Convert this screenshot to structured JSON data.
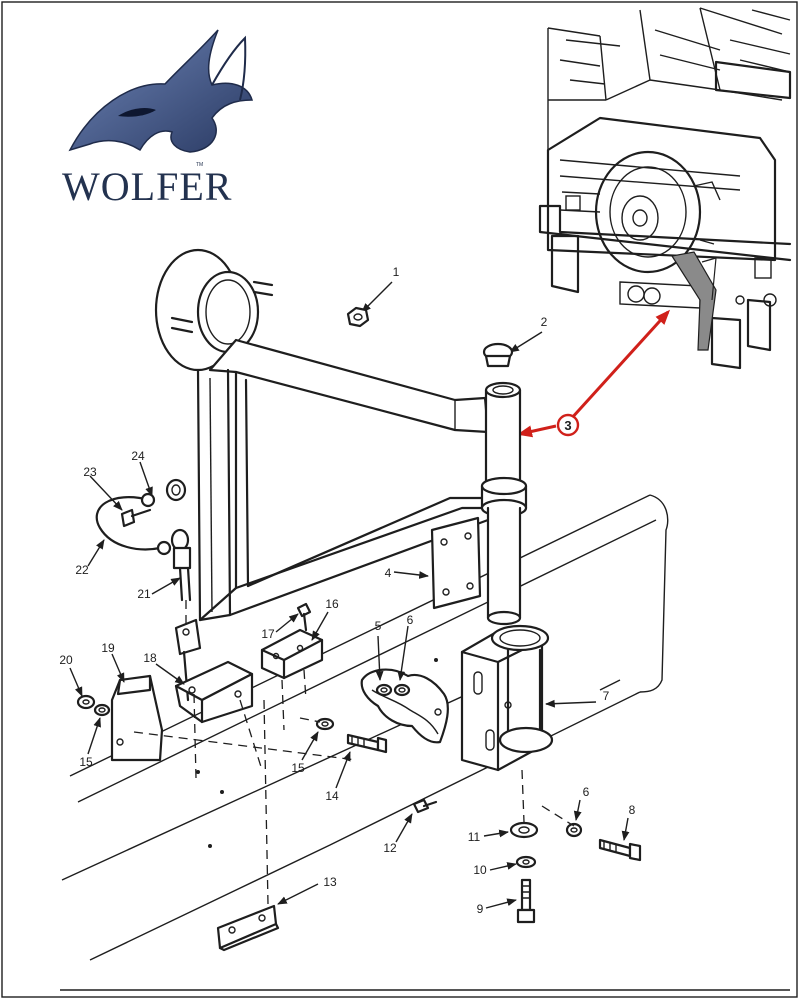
{
  "logo": {
    "word": "WOLFER",
    "trademark": "TM"
  },
  "colors": {
    "ink": "#1e1e1e",
    "highlight": "#d0201a",
    "logo": "#2d3d63"
  },
  "callouts": {
    "c1": "1",
    "c2": "2",
    "c3": "3",
    "c4": "4",
    "c5": "5",
    "c6a": "6",
    "c6b": "6",
    "c7": "7",
    "c8": "8",
    "c9": "9",
    "c10": "10",
    "c11": "11",
    "c12": "12",
    "c13": "13",
    "c14": "14",
    "c15a": "15",
    "c15b": "15",
    "c16": "16",
    "c17": "17",
    "c18": "18",
    "c19": "19",
    "c20": "20",
    "c21": "21",
    "c22": "22",
    "c23": "23",
    "c24": "24"
  }
}
